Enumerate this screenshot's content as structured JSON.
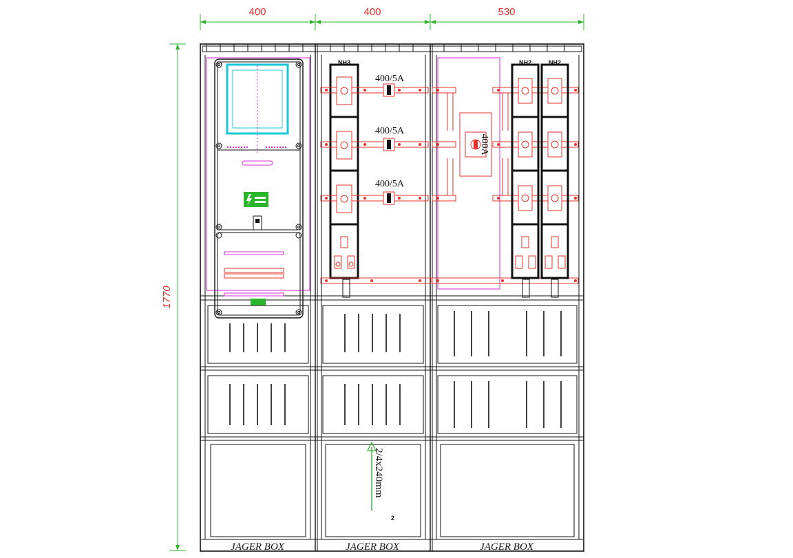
{
  "dimensions": {
    "width_section_1": "400",
    "width_section_2": "400",
    "width_section_3": "530",
    "total_height": "1770"
  },
  "fuse_labels": {
    "left": "NH3",
    "right_a": "NH2",
    "right_b": "NH2"
  },
  "ct_ratings": [
    "400/5A",
    "400/5A",
    "400/5A"
  ],
  "switch_rating": "400A",
  "cable_label": "2/4x240mm",
  "cable_sup": "2",
  "brand_labels": [
    "JAGER BOX",
    "JAGER BOX",
    "JAGER BOX"
  ],
  "colors": {
    "dimension": "#2bb52b",
    "dimension_text": "#e8302a",
    "busbar": "#e8302a",
    "meter_window": "#19c8d8",
    "panel_accent": "#d72ad7",
    "outline": "#111111",
    "warning_sign": "#2bb52b"
  }
}
